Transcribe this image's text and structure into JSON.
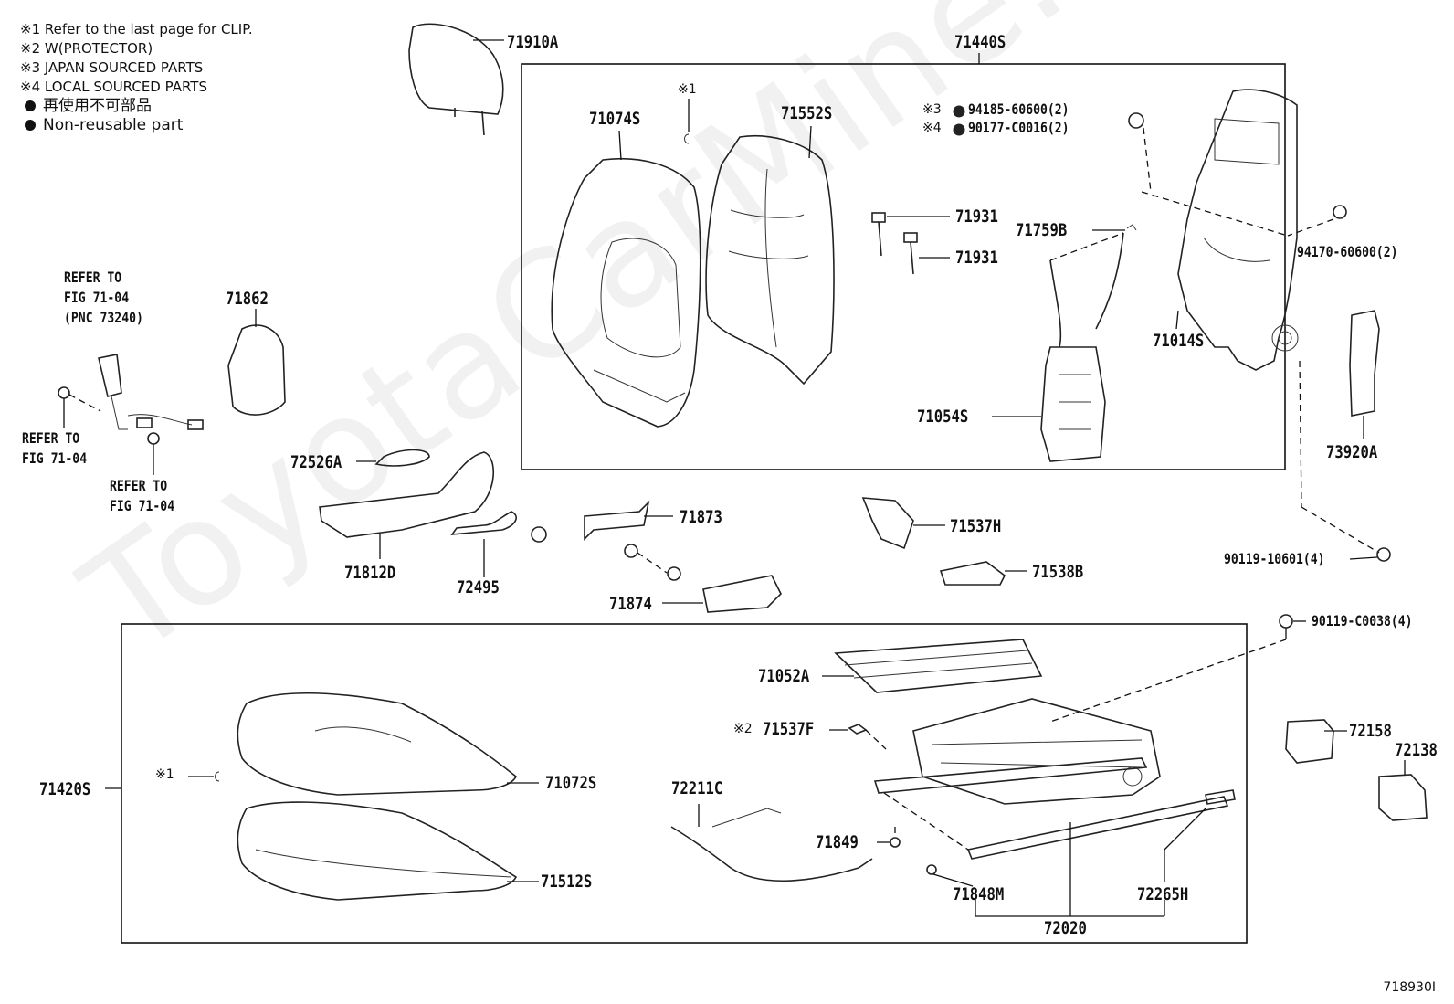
{
  "notes": {
    "line1": "※1 Refer to the last page for CLIP.",
    "line2": "※2 W(PROTECTOR)",
    "line3": "※3 JAPAN SOURCED PARTS",
    "line4": "※4 LOCAL SOURCED PARTS",
    "line5": "再使用不可部品",
    "line6": "Non-reusable part"
  },
  "refs": {
    "top_multi": [
      "REFER TO",
      "FIG 71-04",
      "(PNC 73240)"
    ],
    "left_1": [
      "REFER TO",
      "FIG 71-04"
    ],
    "left_2": [
      "REFER TO",
      "FIG 71-04"
    ]
  },
  "marks": {
    "clip_top": "※1",
    "clip_bottom": "※1",
    "protector": "※2",
    "japan": "※3",
    "local": "※4"
  },
  "labels": {
    "p71910A": "71910A",
    "p71440S": "71440S",
    "p71074S": "71074S",
    "p71552S": "71552S",
    "p94185": "94185-60600(2)",
    "p90177": "90177-C0016(2)",
    "p71931a": "71931",
    "p71931b": "71931",
    "p71759B": "71759B",
    "p94170": "94170-60600(2)",
    "p71014S": "71014S",
    "p71054S": "71054S",
    "p73920A": "73920A",
    "p71862": "71862",
    "p72526A": "72526A",
    "p71812D": "71812D",
    "p72495": "72495",
    "p71873": "71873",
    "p71874": "71874",
    "p71537H": "71537H",
    "p71538B": "71538B",
    "p90119_10601": "90119-10601(4)",
    "p90119_C0038": "90119-C0038(4)",
    "p71052A": "71052A",
    "p71537F": "71537F",
    "p72158": "72158",
    "p72138": "72138",
    "p71420S": "71420S",
    "p71072S": "71072S",
    "p71512S": "71512S",
    "p72211C": "72211C",
    "p71849": "71849",
    "p71848M": "71848M",
    "p72265H": "72265H",
    "p72020": "72020"
  },
  "watermark": "ToyotaCarMine.ru",
  "figure_id": "718930I"
}
